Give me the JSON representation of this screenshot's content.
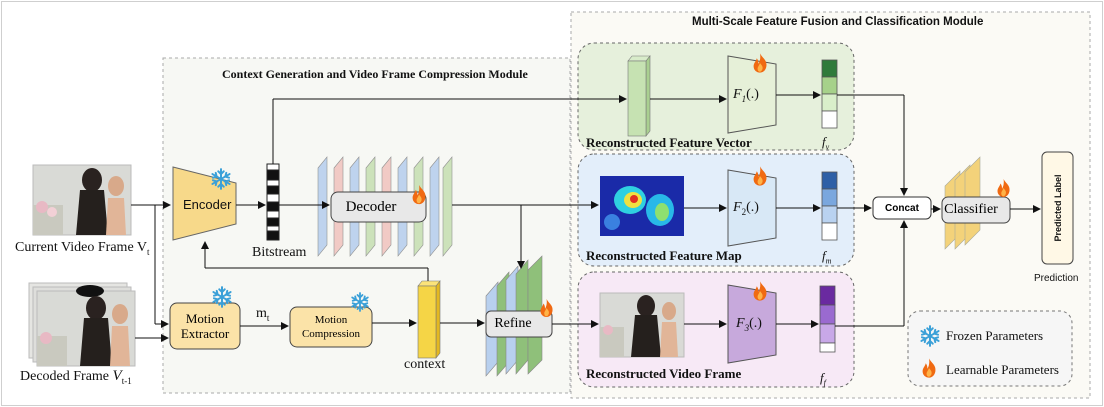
{
  "modules": {
    "context_title": "Context Generation and Video Frame Compression Module",
    "fusion_title": "Multi-Scale Feature Fusion and Classification Module"
  },
  "inputs": {
    "current_frame_label": "Current Video Frame V",
    "current_frame_sub": "t",
    "decoded_frame_label": "Decoded Frame",
    "decoded_frame_symbol": "V",
    "decoded_frame_sub": "t-1"
  },
  "blocks": {
    "encoder": "Encoder",
    "decoder": "Decoder",
    "bitstream": "Bitstream",
    "motion_extractor_line1": "Motion",
    "motion_extractor_line2": "Extractor",
    "motion_compression_line1": "Motion",
    "motion_compression_line2": "Compression",
    "mt_symbol": "m",
    "mt_sub": "t",
    "context": "context",
    "refine": "Refine",
    "concat": "Concat",
    "classifier": "Classifier",
    "predicted_label": "Predicted Label",
    "prediction": "Prediction"
  },
  "branches": {
    "vector_title": "Reconstructed Feature Vector",
    "map_title": "Reconstructed Feature Map",
    "frame_title": "Reconstructed Video Frame",
    "f1_label": "F",
    "f1_sub": "1",
    "f2_label": "F",
    "f2_sub": "2",
    "f3_label": "F",
    "f3_sub": "3",
    "fn_arg": "(.)",
    "fv_symbol": "f",
    "fv_sub": "v",
    "fm_symbol": "f",
    "fm_sub": "m",
    "ff_symbol": "f",
    "ff_sub": "f"
  },
  "legend": {
    "frozen": "Frozen Parameters",
    "learnable": "Learnable Parameters"
  },
  "colors": {
    "encoder_fill": "#f7d98a",
    "motion_fill": "#fbe3a8",
    "context_fill": "#f5d546",
    "vector_bg": "#e6f0dc",
    "map_bg": "#e3eefa",
    "frame_bg": "#f7e9f6",
    "frozen_icon": "#3aa0d8",
    "learnable_icon": "#f06a12"
  },
  "icons": [
    "snowflake-icon",
    "flame-icon"
  ]
}
